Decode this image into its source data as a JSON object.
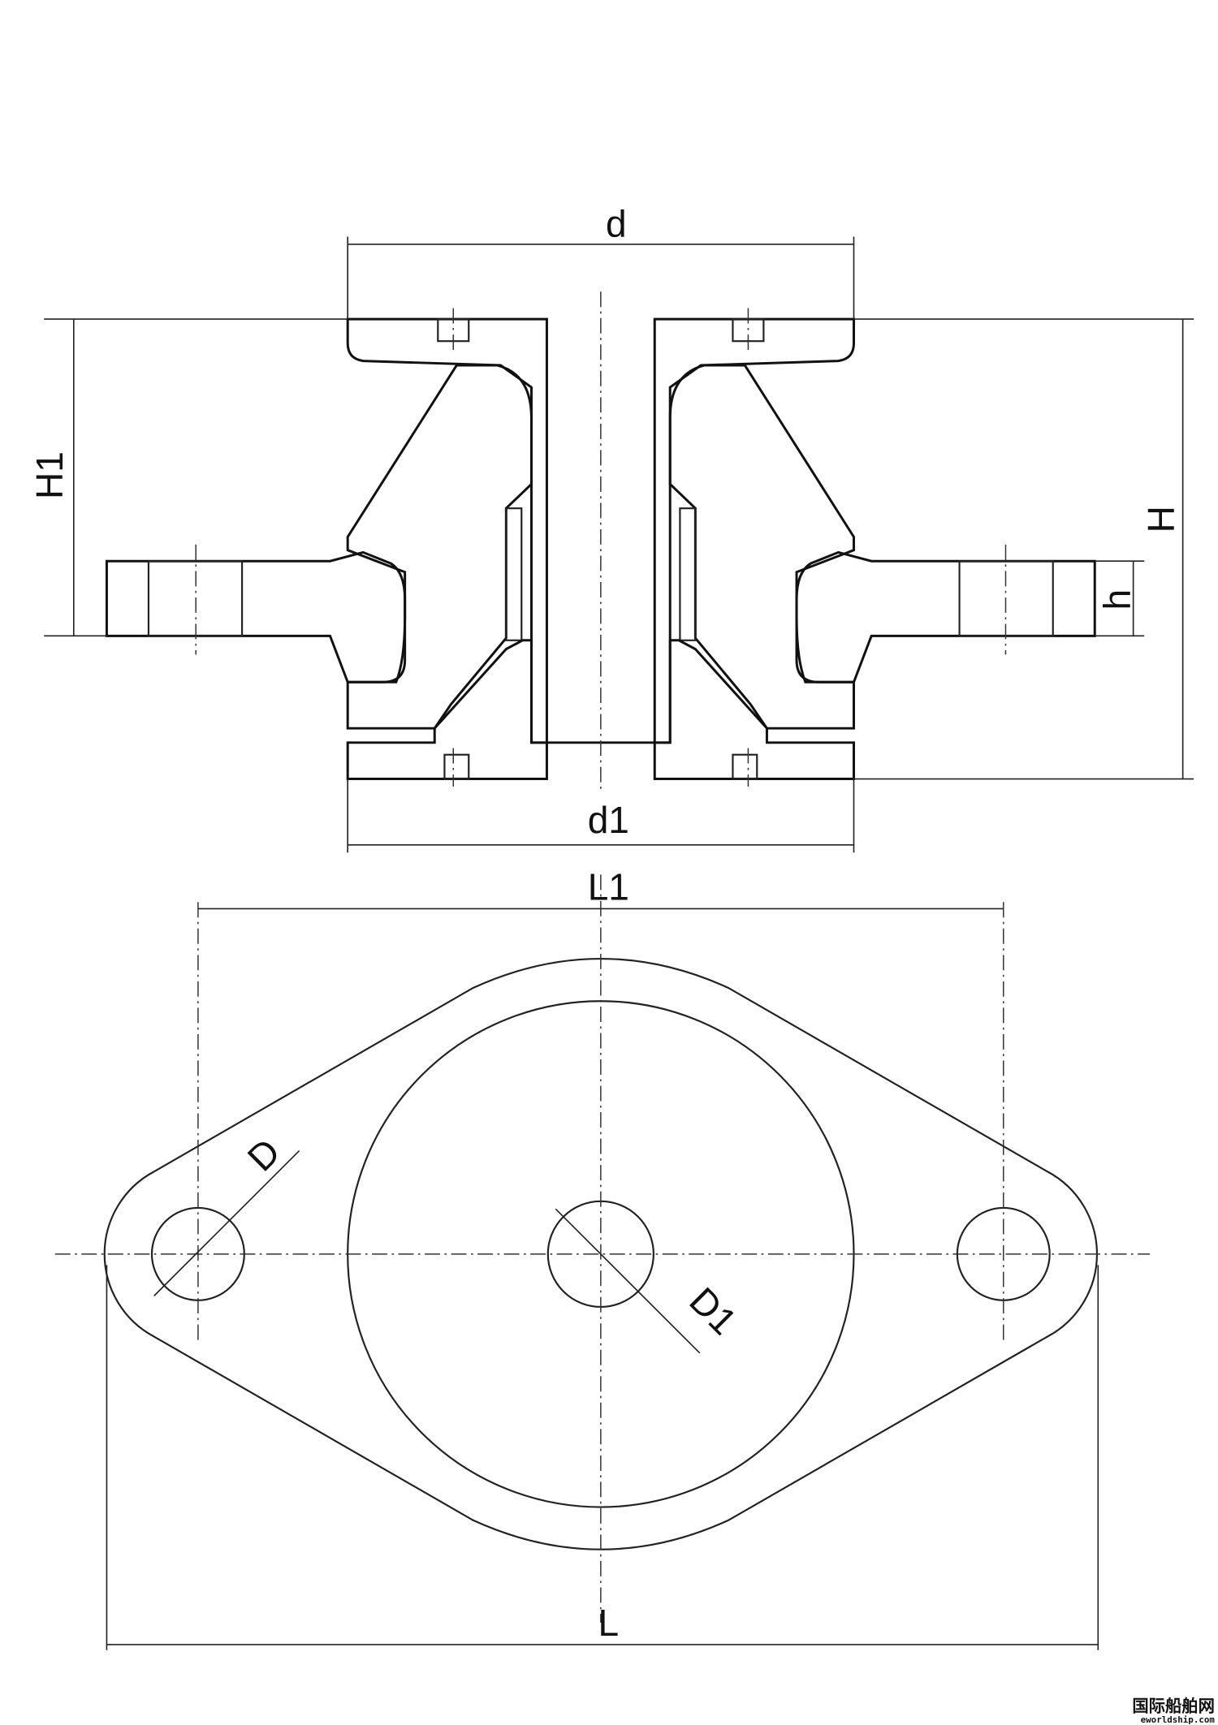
{
  "drawing": {
    "title": "Rubber vibration isolator mount - section and plan view",
    "dimensions": {
      "d": "d",
      "d1": "d1",
      "H1": "H1",
      "H": "H",
      "h": "h",
      "L1": "L1",
      "L": "L",
      "D": "D",
      "D1": "D1"
    },
    "colors": {
      "line": "#222222",
      "background": "#ffffff"
    }
  },
  "watermark": {
    "name": "国际船舶网",
    "url": "eworldship.com"
  }
}
